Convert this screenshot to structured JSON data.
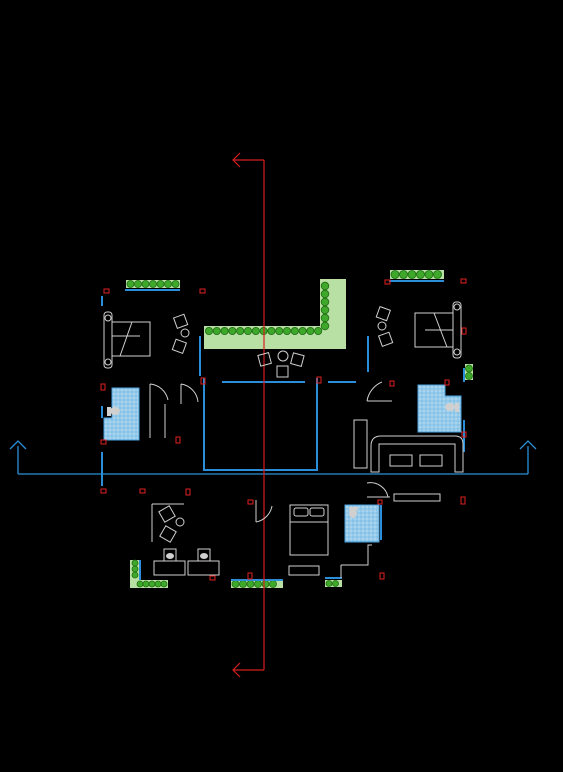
{
  "canvas": {
    "background": "#000000"
  },
  "colors": {
    "wall": "#2a8fd8",
    "section_line": "#d81e1e",
    "fixture": "#d0d0d0",
    "tile": "#a8d4ee",
    "tile_grid": "#4aa0dc",
    "planter_fill": "#b8e0a4",
    "plant": "#3ea82a",
    "plant_edge": "#1f6a12",
    "marker": "#e02020"
  },
  "layers": [
    "walls",
    "section-cuts",
    "furniture",
    "sanitary-fixtures",
    "tile-floor",
    "planters",
    "column-markers"
  ]
}
